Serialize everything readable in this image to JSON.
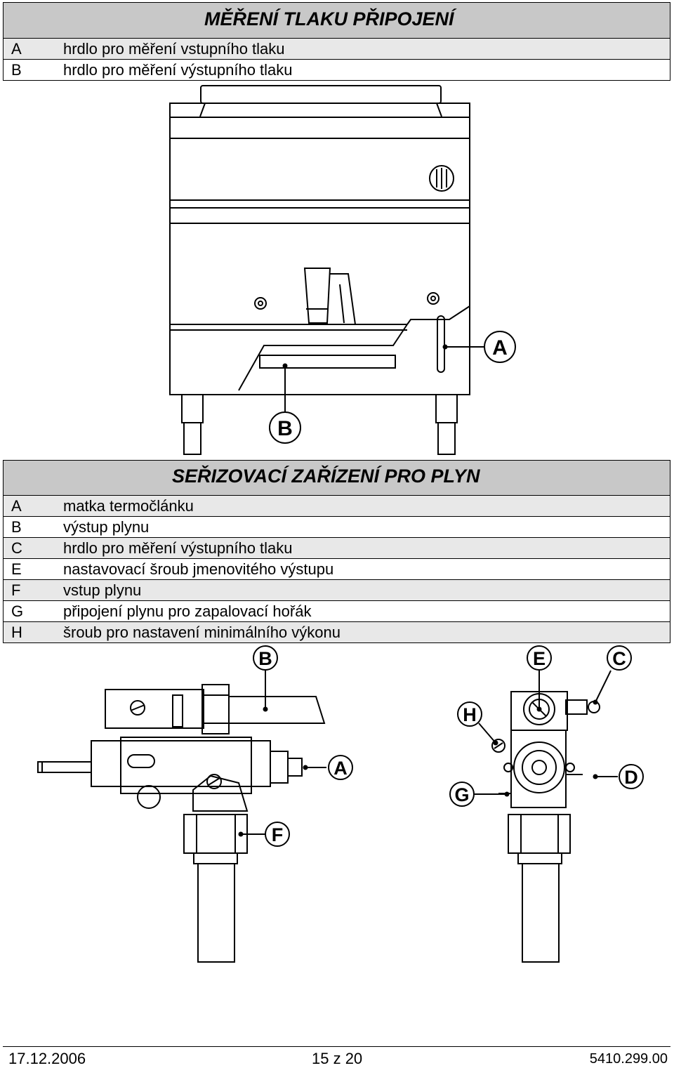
{
  "section1": {
    "title": "MĚŘENÍ TLAKU PŘIPOJENÍ",
    "rows": [
      {
        "key": "A",
        "text": "hrdlo pro měření vstupního tlaku"
      },
      {
        "key": "B",
        "text": "hrdlo pro měření výstupního tlaku"
      }
    ]
  },
  "section2": {
    "title": "SEŘIZOVACÍ ZAŘÍZENÍ PRO PLYN",
    "rows": [
      {
        "key": "A",
        "text": "matka termočlánku"
      },
      {
        "key": "B",
        "text": "výstup plynu"
      },
      {
        "key": "C",
        "text": "hrdlo pro měření výstupního tlaku"
      },
      {
        "key": "E",
        "text": "nastavovací šroub jmenovitého výstupu"
      },
      {
        "key": "F",
        "text": "vstup plynu"
      },
      {
        "key": "G",
        "text": "připojení plynu pro zapalovací hořák"
      },
      {
        "key": "H",
        "text": "šroub pro nastavení minimálního výkonu"
      }
    ]
  },
  "figure1": {
    "labels": {
      "a": "A",
      "b": "B"
    }
  },
  "figure2": {
    "labels": {
      "b": "B",
      "a": "A",
      "f": "F"
    }
  },
  "figure3": {
    "labels": {
      "e": "E",
      "c": "C",
      "h": "H",
      "d": "D",
      "g": "G"
    }
  },
  "footer": {
    "date": "17.12.2006",
    "page": "15 z 20",
    "doc": "5410.299.00"
  }
}
